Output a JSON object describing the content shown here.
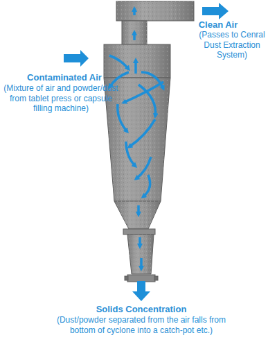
{
  "diagram": {
    "labels": [
      "Clean Air",
      "(Passes to Cenral Dust Extraction System)",
      "Contaminated Air",
      "(Mixture of air and powder/dust from tablet press or capsule filling machine)",
      "Solids Concentration",
      "(Dust/powder separated from the air falls from bottom of cyclone into a catch-pot etc.)"
    ]
  }
}
